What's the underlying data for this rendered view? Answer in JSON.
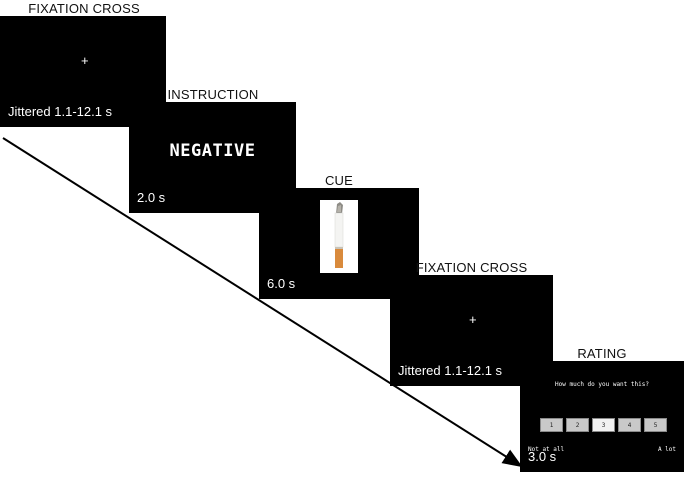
{
  "panels": {
    "fixation1": {
      "title": "FIXATION CROSS",
      "cross": "+",
      "duration": "Jittered 1.1-12.1 s"
    },
    "instruction": {
      "title": "INSTRUCTION",
      "word": "NEGATIVE",
      "duration": "2.0 s"
    },
    "cue": {
      "title": "CUE",
      "image": "cigarette",
      "duration": "6.0 s"
    },
    "fixation2": {
      "title": "FIXATION CROSS",
      "cross": "+",
      "duration": "Jittered 1.1-12.1 s"
    },
    "rating": {
      "title": "RATING",
      "question": "How much do you want this?",
      "scale": [
        "1",
        "2",
        "3",
        "4",
        "5"
      ],
      "selected": "3",
      "low_anchor": "Not at all",
      "high_anchor": "A lot",
      "duration": "3.0 s"
    }
  },
  "colors": {
    "screen": "#000000",
    "arrow": "#000000",
    "filter": "#d98a3c"
  }
}
